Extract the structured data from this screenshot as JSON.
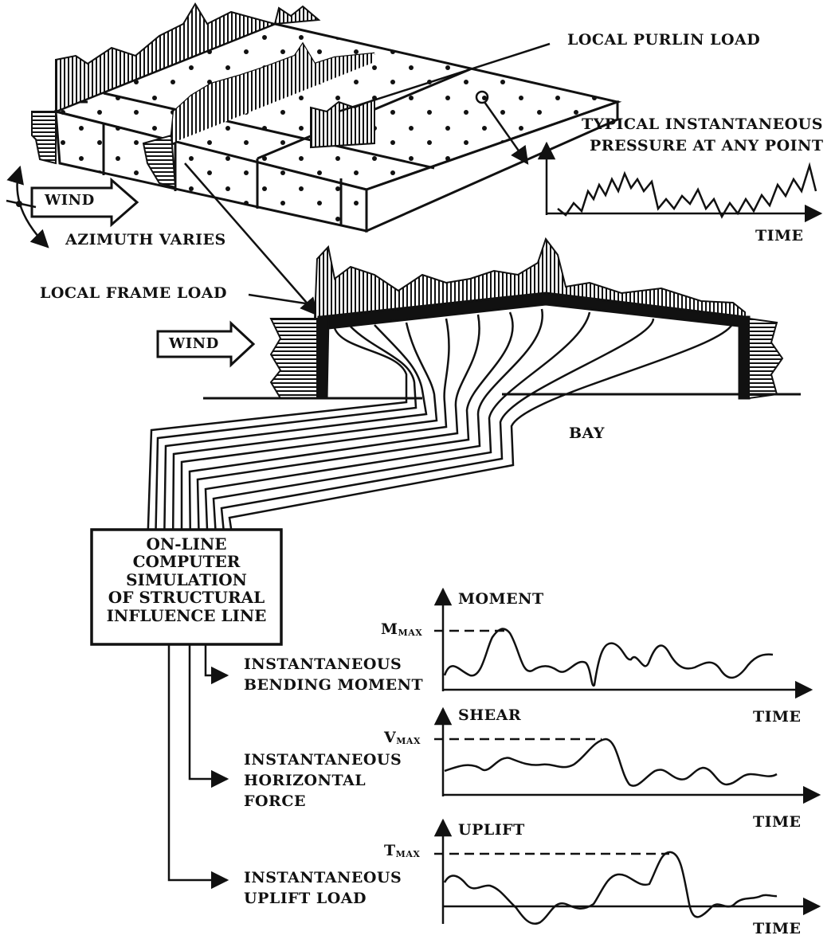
{
  "labels": {
    "local_purlin_load": "LOCAL PURLIN LOAD",
    "typical_pressure_1": "TYPICAL INSTANTANEOUS",
    "typical_pressure_2": "PRESSURE AT ANY POINT",
    "time_top": "TIME",
    "wind_top": "WIND",
    "azimuth_varies": "AZIMUTH VARIES",
    "local_frame_load": "LOCAL FRAME LOAD",
    "wind_frame": "WIND",
    "bay": "BAY"
  },
  "computer_box": {
    "line1": "ON-LINE",
    "line2": "COMPUTER",
    "line3": "SIMULATION",
    "line4": "OF STRUCTURAL",
    "line5": "INFLUENCE LINE"
  },
  "outputs": {
    "moment": {
      "title": "MOMENT",
      "max_main": "M",
      "max_sub": "MAX",
      "desc1": "INSTANTANEOUS",
      "desc2": "BENDING MOMENT",
      "time": "TIME"
    },
    "shear": {
      "title": "SHEAR",
      "max_main": "V",
      "max_sub": "MAX",
      "desc1": "INSTANTANEOUS",
      "desc2": "HORIZONTAL",
      "desc3": "FORCE",
      "time": "TIME"
    },
    "uplift": {
      "title": "UPLIFT",
      "max_main": "T",
      "max_sub": "MAX",
      "desc1": "INSTANTANEOUS",
      "desc2": "UPLIFT LOAD",
      "time": "TIME"
    }
  },
  "colors": {
    "ink": "#111111",
    "paper": "#ffffff"
  }
}
